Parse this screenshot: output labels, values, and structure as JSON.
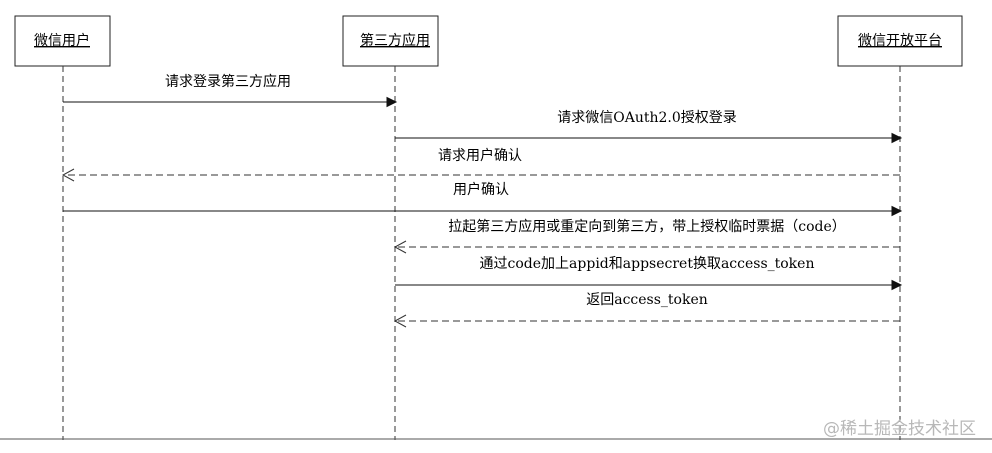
{
  "actors": [
    {
      "id": "user",
      "label": "微信用户"
    },
    {
      "id": "app",
      "label": "第三方应用"
    },
    {
      "id": "platform",
      "label": "微信开放平台"
    }
  ],
  "messages": [
    {
      "label": "请求登录第三方应用",
      "from": "user",
      "to": "app",
      "style": "solid"
    },
    {
      "label": "请求微信OAuth2.0授权登录",
      "from": "app",
      "to": "platform",
      "style": "solid"
    },
    {
      "label": "请求用户确认",
      "from": "platform",
      "to": "user",
      "style": "dashed"
    },
    {
      "label": "用户确认",
      "from": "user",
      "to": "platform",
      "style": "solid"
    },
    {
      "label": "拉起第三方应用或重定向到第三方，带上授权临时票据（code）",
      "from": "platform",
      "to": "app",
      "style": "dashed"
    },
    {
      "label": "通过code加上appid和appsecret换取access_token",
      "from": "app",
      "to": "platform",
      "style": "solid"
    },
    {
      "label": "返回access_token",
      "from": "platform",
      "to": "app",
      "style": "dashed"
    }
  ],
  "watermark": "@稀土掘金技术社区"
}
